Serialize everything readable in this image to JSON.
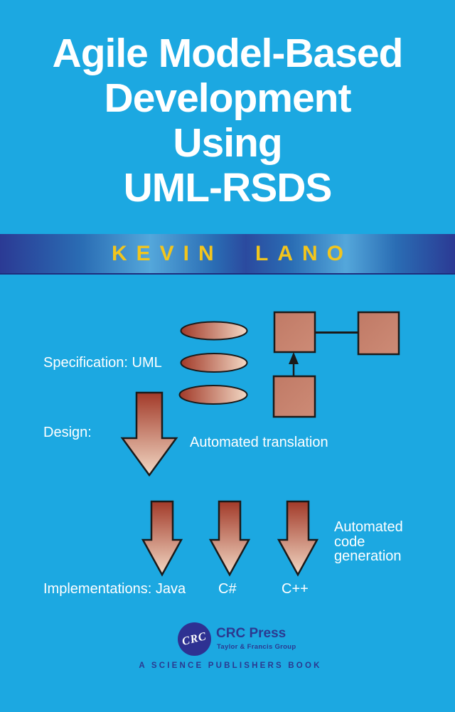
{
  "title": {
    "lines": [
      "Agile Model-Based",
      "Development",
      "Using",
      "UML-RSDS"
    ]
  },
  "author": {
    "name": "KEVIN LANO"
  },
  "diagram": {
    "specification_label": "Specification: UML",
    "design_label": "Design:",
    "translation_label": "Automated translation",
    "codegen_lines": [
      "Automated",
      "code",
      "generation"
    ],
    "implementations_label": "Implementations: Java",
    "csharp_label": "C#",
    "cpp_label": "C++"
  },
  "publisher": {
    "logo_monogram": "CRC",
    "press_name": "CRC Press",
    "group_name": "Taylor & Francis Group",
    "tagline": "A SCIENCE PUBLISHERS BOOK"
  },
  "colors": {
    "background": "#1CA8E1",
    "band_dark": "#2B3A94",
    "band_light": "#54A7DB",
    "author_yellow": "#F2C51D",
    "title_white": "#FFFFFF",
    "shape_dark_red": "#A23A29",
    "shape_light_pink": "#F2D8C4",
    "square_salmon": "#C8836E",
    "outline_black": "#1A1A1A",
    "logo_indigo": "#2E3192",
    "publisher_blue": "#2B3990"
  }
}
